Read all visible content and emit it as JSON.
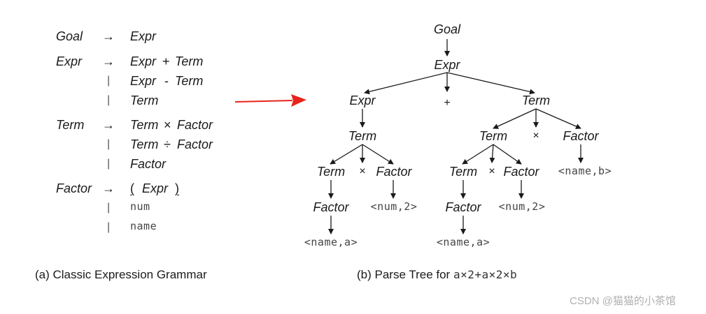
{
  "grammar": {
    "rules": [
      {
        "lhs": "Goal",
        "arrow": "→",
        "alternatives": [
          {
            "sep": "",
            "parts": [
              "Expr"
            ]
          }
        ]
      },
      {
        "lhs": "Expr",
        "arrow": "→",
        "alternatives": [
          {
            "sep": "",
            "parts": [
              "Expr",
              "+",
              "Term"
            ]
          },
          {
            "sep": "|",
            "parts": [
              "Expr",
              "-",
              "Term"
            ]
          },
          {
            "sep": "|",
            "parts": [
              "Term"
            ]
          }
        ]
      },
      {
        "lhs": "Term",
        "arrow": "→",
        "alternatives": [
          {
            "sep": "",
            "parts": [
              "Term",
              "×",
              "Factor"
            ]
          },
          {
            "sep": "|",
            "parts": [
              "Term",
              "÷",
              "Factor"
            ]
          },
          {
            "sep": "|",
            "parts": [
              "Factor"
            ]
          }
        ]
      },
      {
        "lhs": "Factor",
        "arrow": "→",
        "alternatives": [
          {
            "sep": "",
            "parts": [
              "(",
              "Expr",
              ")"
            ]
          },
          {
            "sep": "|",
            "parts": [
              "num"
            ]
          },
          {
            "sep": "|",
            "parts": [
              "name"
            ]
          }
        ]
      }
    ]
  },
  "captions": {
    "left": "(a) Classic Expression Grammar",
    "right_prefix": "(b) Parse Tree for ",
    "right_expr": "a×2+a×2×b"
  },
  "tree": {
    "n_goal": "Goal",
    "n_expr": "Expr",
    "n_expr_l": "Expr",
    "n_plus": "+",
    "n_term_r": "Term",
    "n_term_l": "Term",
    "n_term_ll": "Term",
    "n_times_l": "×",
    "n_factor_l2": "Factor",
    "n_term_rl": "Term",
    "n_times_r": "×",
    "n_factor_r": "Factor",
    "n_term_rll": "Term",
    "n_times_rl": "×",
    "n_factor_rl2": "Factor",
    "n_factor_ll": "Factor",
    "n_num2_l": "<num,2>",
    "n_factor_rll": "Factor",
    "n_num2_r": "<num,2>",
    "n_nameb": "<name,b>",
    "n_namea_l": "<name,a>",
    "n_namea_r": "<name,a>"
  },
  "watermark": "CSDN @猫猫的小茶馆",
  "colors": {
    "pointer_arrow": "#e8231c",
    "text": "#1a1a1a",
    "terminal": "#444444"
  }
}
